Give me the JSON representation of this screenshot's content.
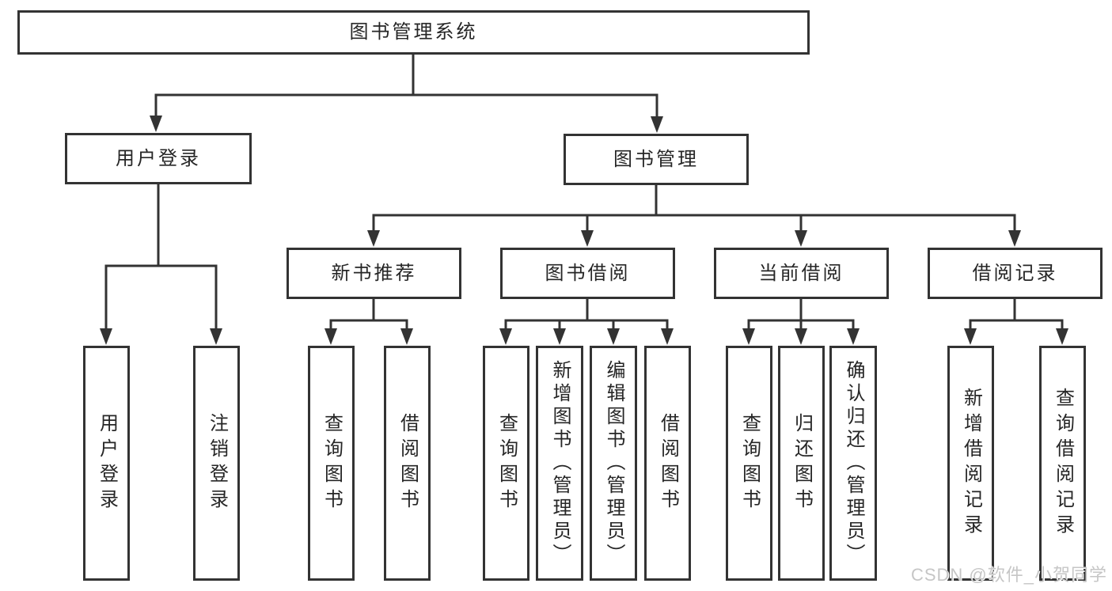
{
  "nodes": {
    "root": {
      "label": "图书管理系统"
    },
    "branches": [
      {
        "label": "用户登录",
        "leaves": [
          {
            "label": "用户登录"
          },
          {
            "label": "注销登录"
          }
        ]
      },
      {
        "label": "图书管理",
        "children": [
          {
            "label": "新书推荐",
            "leaves": [
              {
                "label": "查询图书"
              },
              {
                "label": "借阅图书"
              }
            ]
          },
          {
            "label": "图书借阅",
            "leaves": [
              {
                "label": "查询图书"
              },
              {
                "label": "新增图书（管理员）"
              },
              {
                "label": "编辑图书（管理员）"
              },
              {
                "label": "借阅图书"
              }
            ]
          },
          {
            "label": "当前借阅",
            "leaves": [
              {
                "label": "查询图书"
              },
              {
                "label": "归还图书"
              },
              {
                "label": "确认归还（管理员）"
              }
            ]
          },
          {
            "label": "借阅记录",
            "leaves": [
              {
                "label": "新增借阅记录"
              },
              {
                "label": "查询借阅记录"
              }
            ]
          }
        ]
      }
    ]
  },
  "watermark": {
    "text": "CSDN @软件_小贺同学"
  },
  "colors": {
    "line": "#333333",
    "text": "#262626",
    "watermark": "#c6c6c6",
    "background": "#ffffff"
  }
}
